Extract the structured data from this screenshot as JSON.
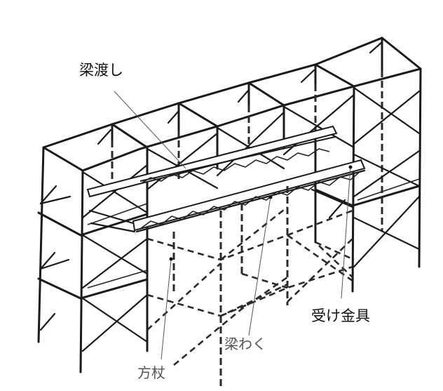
{
  "diagram": {
    "type": "scaffold-beam-frame-illustration",
    "labels": {
      "beam_bridge": "梁渡し",
      "receiving_bracket": "受け金具",
      "beam_frame": "梁わく",
      "knee_brace": "方杖"
    },
    "colors": {
      "line": "#1a1a1a",
      "label_dark": "#111111",
      "label_grey": "#555555",
      "background": "#ffffff"
    }
  }
}
